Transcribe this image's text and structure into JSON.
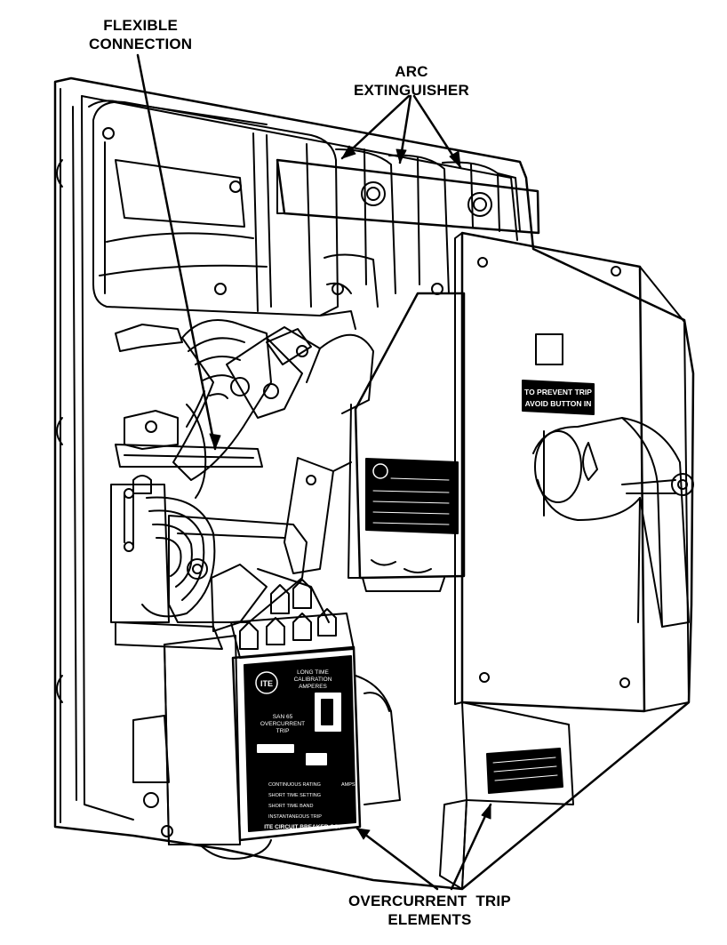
{
  "callouts": {
    "flexible": {
      "line1": "FLEXIBLE",
      "line2": "CONNECTION"
    },
    "arc": {
      "line1": "ARC",
      "line2": "EXTINGUISHER"
    },
    "overcurrent": {
      "line1": "OVERCURRENT  TRIP",
      "line2": "ELEMENTS"
    }
  },
  "plates": {
    "maker_emblem": "ITE",
    "warning_line1": "TO PREVENT TRIP",
    "warning_line2": "AVOID BUTTON IN",
    "trip_unit_line1": "LONG TIME",
    "trip_unit_line2": "CALIBRATION",
    "trip_unit_line3": "AMPERES",
    "trip_type_line1": "SAN 65",
    "trip_type_line2": "OVERCURRENT",
    "trip_type_line3": "TRIP",
    "company": "ITE CIRCUIT BREAKER CO.",
    "rows": [
      "CONTINUOUS RATING",
      "SHORT TIME SETTING",
      "SHORT TIME BAND",
      "INSTANTANEOUS TRIP"
    ],
    "unit": "AMPS"
  },
  "colors": {
    "ink": "#000000",
    "paper": "#ffffff"
  }
}
